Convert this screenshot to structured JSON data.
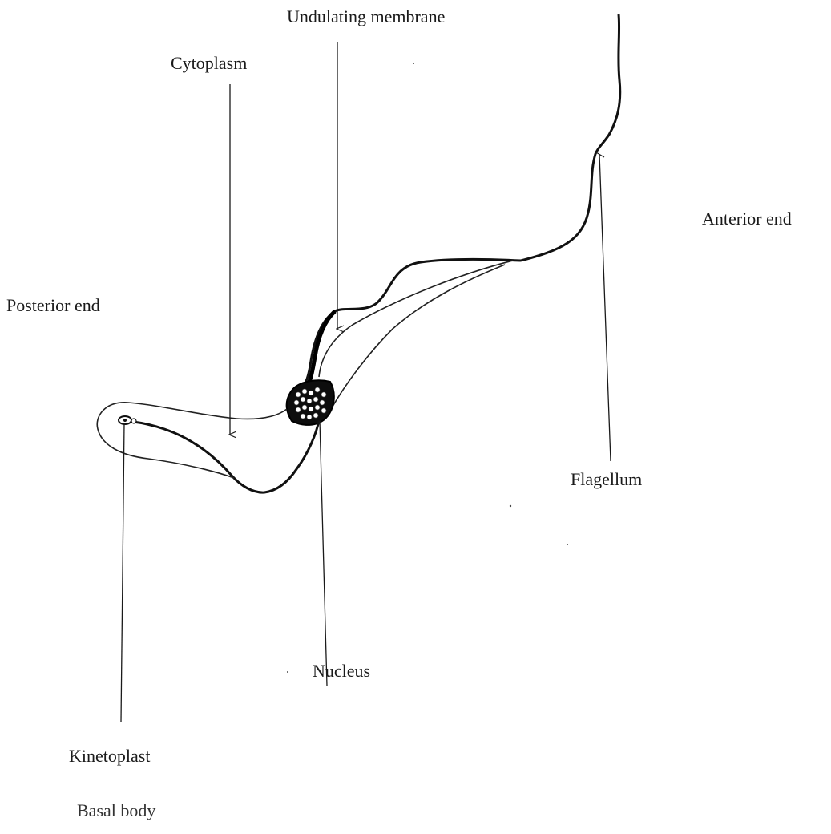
{
  "labels": {
    "undulating_membrane": "Undulating membrane",
    "cytoplasm": "Cytoplasm",
    "anterior_end": "Anterior end",
    "posterior_end": "Posterior end",
    "flagellum": "Flagellum",
    "nucleus": "Nucleus",
    "kinetoplast": "Kinetoplast",
    "basal_body": "Basal body"
  },
  "colors": {
    "ink": "#1a1a1a",
    "background": "#ffffff"
  }
}
